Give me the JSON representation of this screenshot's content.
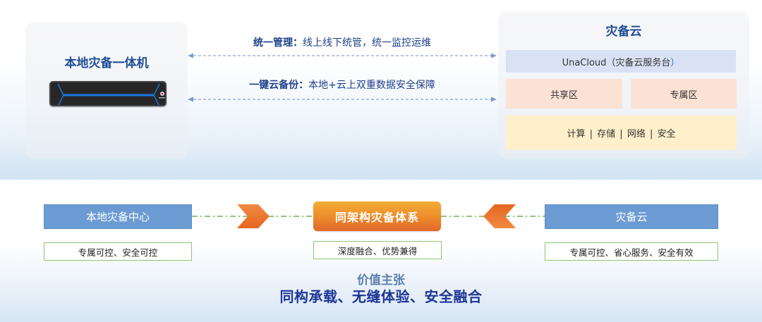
{
  "top": {
    "local_card": {
      "title": "本地灾备一体机",
      "device_icon": "server-appliance-icon"
    },
    "links": [
      {
        "bold": "统一管理：",
        "text": "线上线下统管，统一监控运维"
      },
      {
        "bold": "一键云备份：",
        "text": "本地+云上双重数据安全保障"
      }
    ],
    "cloud_card": {
      "title": "灾备云",
      "service_desk_prefix": "UnaCloud（灾备云服务台",
      "service_desk_suffix": "）",
      "zones": [
        "共享区",
        "专属区"
      ],
      "infrastructure": "计算 | 存储 | 网络 | 安全"
    }
  },
  "bottom": {
    "left": {
      "title": "本地灾备中心",
      "desc": "专属可控、安全可控"
    },
    "center": {
      "title": "同架构灾备体系",
      "desc": "深度融合、优势兼得"
    },
    "right": {
      "title": "灾备云",
      "desc": "专属可控、省心服务、安全有效"
    },
    "value_subtitle": "价值主张",
    "value_statement": "同构承载、无缝体验、安全融合"
  },
  "colors": {
    "title_blue": "#1f4d96",
    "box_blue": "#6b9bd2",
    "orange": "#ec8a2c",
    "green_border": "#8cc474",
    "dash_green": "#6db34a",
    "arrow_blue": "#7f9ad0",
    "value_blue": "#1d3596"
  }
}
